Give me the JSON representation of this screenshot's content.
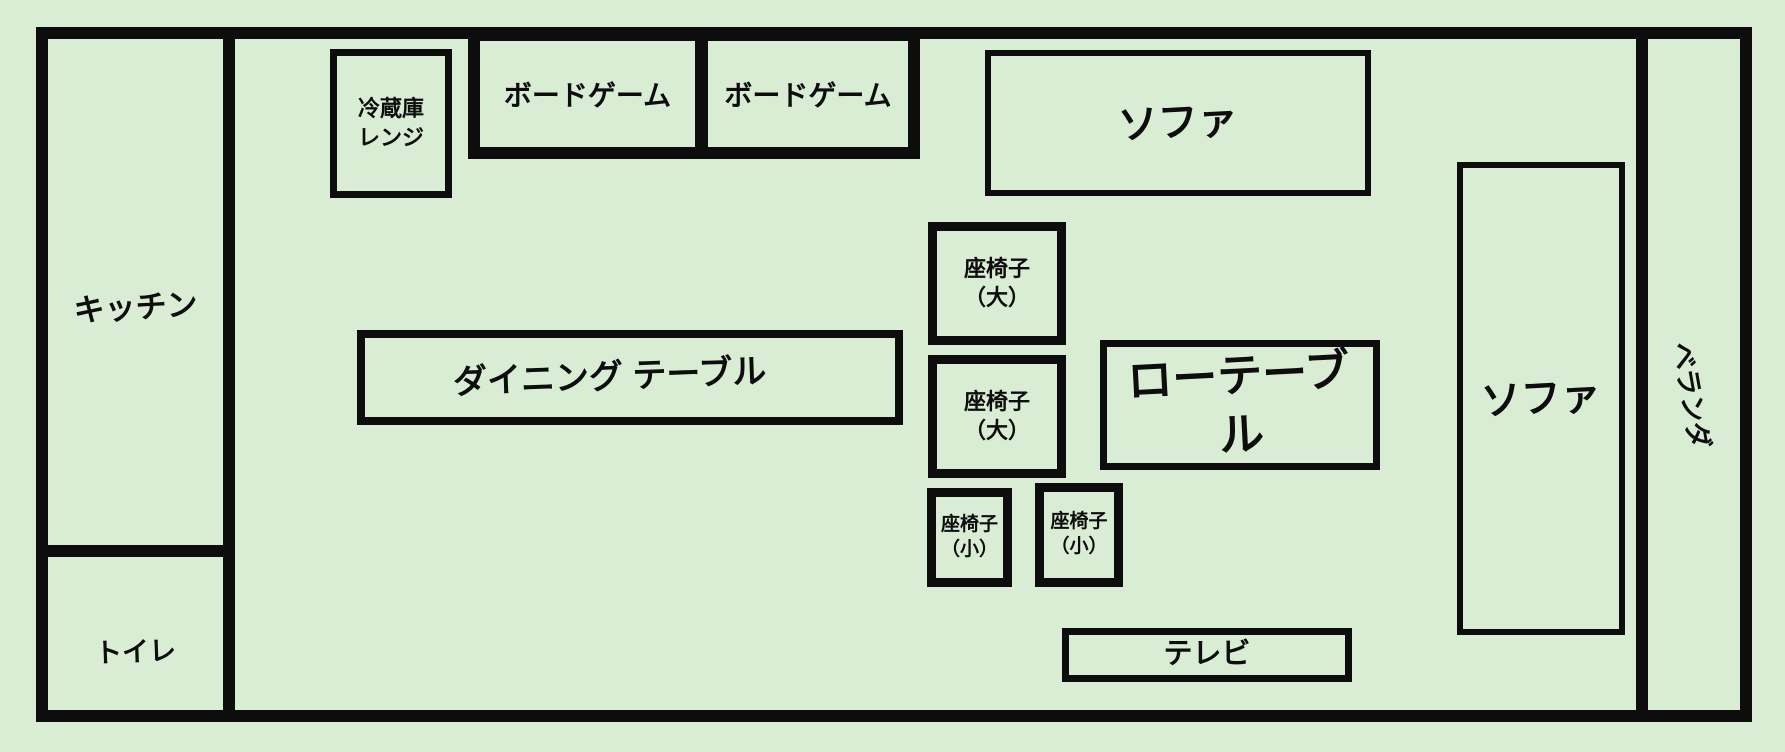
{
  "colors": {
    "background": "#d9edd5",
    "ink": "#0d0d0d"
  },
  "rooms": {
    "kitchen": {
      "label": "キッチン"
    },
    "toilet": {
      "label": "トイレ"
    },
    "veranda": {
      "label": "ベランダ"
    }
  },
  "furniture": {
    "fridge": {
      "line1": "冷蔵庫",
      "line2": "レンジ"
    },
    "boardgame_left": {
      "label": "ボードゲーム"
    },
    "boardgame_right": {
      "label": "ボードゲーム"
    },
    "sofa_top": {
      "label": "ソファ"
    },
    "sofa_right": {
      "label": "ソファ"
    },
    "dining_table": {
      "label": "ダイニング テーブル"
    },
    "low_table": {
      "label": "ローテーブル"
    },
    "chair_large_1": {
      "line1": "座椅子",
      "line2": "（大）"
    },
    "chair_large_2": {
      "line1": "座椅子",
      "line2": "（大）"
    },
    "chair_small_1": {
      "line1": "座椅子",
      "line2": "（小）"
    },
    "chair_small_2": {
      "line1": "座椅子",
      "line2": "（小）"
    },
    "tv": {
      "label": "テレビ"
    }
  }
}
